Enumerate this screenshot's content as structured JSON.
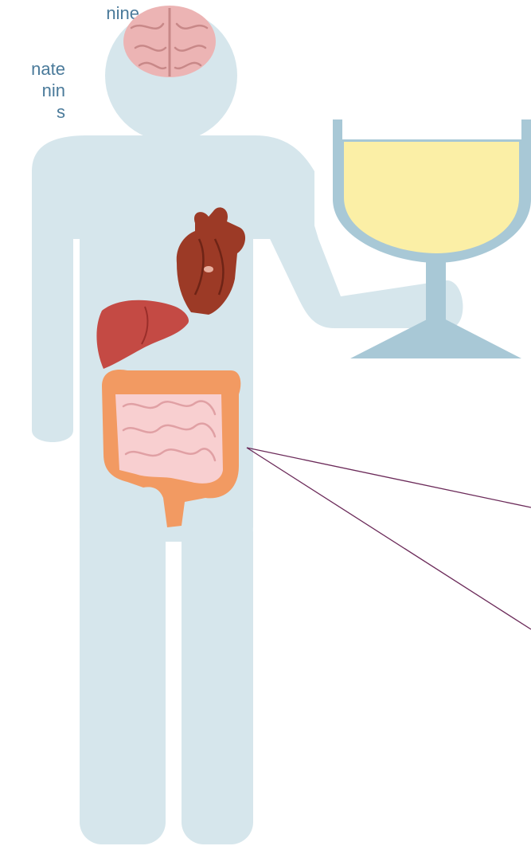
{
  "colors": {
    "silhouette": "#d6e6ec",
    "glass_wine": "#fbefa6",
    "glass_stem": "#a8c8d6",
    "brain": "#ecb4b4",
    "heart": "#9c3a26",
    "liver": "#c44a44",
    "intestine_outer": "#f29a62",
    "intestine_inner": "#f8cfd0",
    "pointer_line": "#6b2a59",
    "text": "#4a7a9a"
  },
  "icons": [
    "brain-icon",
    "heart-icon",
    "liver-icon",
    "intestine-icon",
    "wine-glass-icon"
  ],
  "cutoff_text": {
    "line1": "nine",
    "line2": "nate",
    "line3": "nin",
    "line4": "s"
  }
}
